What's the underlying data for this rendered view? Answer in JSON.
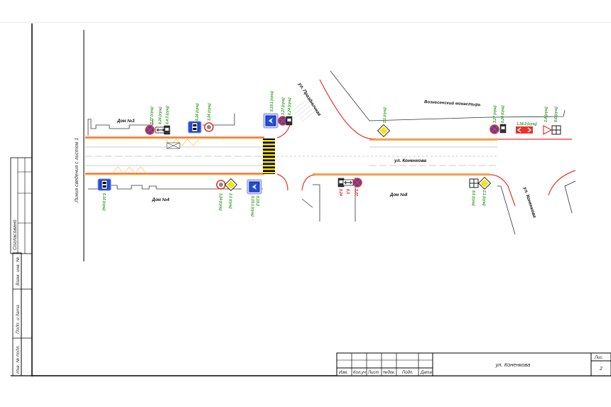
{
  "side_stamp": {
    "agreed": "Согласовано",
    "inv_replace": "Взам. инв. №",
    "sign_date": "Подп. и дата",
    "inv_orig": "Инв. № подл."
  },
  "title_block": {
    "columns": [
      "Изм.",
      "Кол.уч",
      "Лист",
      "№док.",
      "Подп.",
      "Дата"
    ],
    "title": "ул. Коненкова",
    "sheet_label": "Лис.",
    "sheet_number": "2"
  },
  "drawing": {
    "match_line": "Линия сведения с листом 1",
    "streets": {
      "main": "ул. Коненкова",
      "diag": "ул. Праздничная",
      "right": "ул. Коненкова"
    },
    "buildings": {
      "b3": "Дом №3",
      "b4": "Дом №4",
      "b8": "Дом №8",
      "monastery": "Вознесенский монастырь"
    },
    "signs": {
      "s1": "3.27 (сущ)",
      "s2": "8.24 (сущ)",
      "s3": "8.4.3 (сущ)",
      "s4": "5.16 (сущ)",
      "s5": "3.24 (сущ)",
      "s6": "5.16 (сущ)",
      "s7": "3.24 (сущ)",
      "s8": "2.1 (сущ)",
      "s9": "5.19.1 (сущ)",
      "s9b": "5.19.2",
      "s10": "5.19.1 (сущ)",
      "s11": "3.27 (сущ)",
      "s12": "8.24 (сущ)",
      "s13": "2.1 (сущ)",
      "s14": "3.27 (сущ)",
      "s15": "8.24 (сущ)",
      "s16": "1.34.3 (сущ)",
      "s17": "2.4 (сущ)",
      "s18": "8.6 (сущ)",
      "s19": "8.6 (сущ)",
      "s20": "2.1 (сущ)",
      "r1": "8.24",
      "r2": "8.3",
      "r3": "3.27"
    }
  },
  "colors": {
    "curb": "#e8322c",
    "marking": "#f2b233",
    "road_line": "#bdbdbd",
    "label_green": "#2a9a1a",
    "label_red": "#e01010",
    "sign_blue": "#1f4fe0",
    "sign_yellow": "#f5e40a"
  }
}
